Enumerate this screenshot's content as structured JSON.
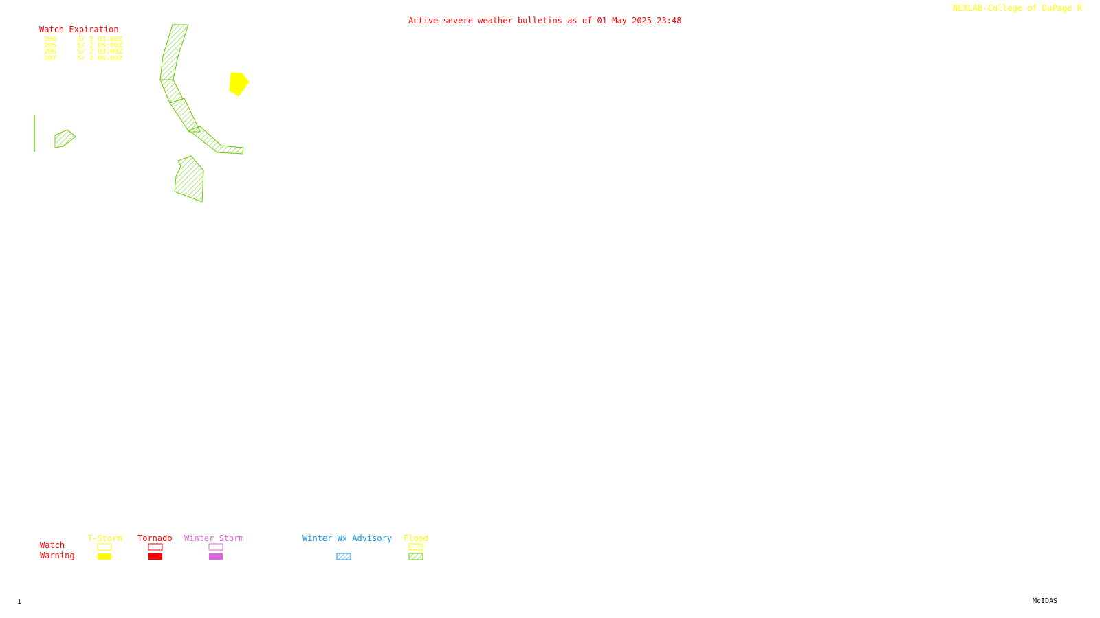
{
  "header": {
    "title": "Active severe weather bulletins as of 01 May 2025 23:48",
    "brand": "NEXLAB-College of DuPage R"
  },
  "watch_expiration": {
    "title": "Watch Expiration",
    "rows": [
      {
        "id": "204",
        "expires": "5/ 2 03:00Z"
      },
      {
        "id": "205",
        "expires": "5/ 2 05:00Z"
      },
      {
        "id": "206",
        "expires": "5/ 2 03:00Z"
      },
      {
        "id": "207",
        "expires": "5/ 2 06:00Z"
      }
    ]
  },
  "legend": {
    "row_labels": {
      "watch": "Watch",
      "warning": "Warning"
    },
    "columns": [
      {
        "label": "T-Storm",
        "color": "#ffff00",
        "watch_style": "outline",
        "warning_style": "solid"
      },
      {
        "label": "Tornado",
        "color": "#ff0000",
        "watch_style": "outline",
        "warning_style": "solid"
      },
      {
        "label": "Winter Storm",
        "color": "#dd66dd",
        "watch_style": "outline",
        "warning_style": "solid"
      },
      {
        "label": "Winter Wx Advisory",
        "color": "#1199ee",
        "watch_style": "none",
        "warning_style": "hatched"
      },
      {
        "label": "Flood",
        "color": "#ffff00",
        "watch_style": "hatched",
        "warning_style": "hatched",
        "warning_color": "#66cc00"
      }
    ]
  },
  "map": {
    "flood_color": "#66cc00",
    "tstorm_warning_color": "#ffff00",
    "polygons": [
      {
        "type": "flood-warning",
        "name": "flood-area-north-strip"
      },
      {
        "type": "flood-warning",
        "name": "flood-area-middle-strip"
      },
      {
        "type": "flood-warning",
        "name": "flood-area-curve"
      },
      {
        "type": "flood-warning",
        "name": "flood-area-east-tail"
      },
      {
        "type": "flood-warning",
        "name": "flood-area-south"
      },
      {
        "type": "flood-warning",
        "name": "flood-area-west"
      },
      {
        "type": "tstorm-warning",
        "name": "tstorm-warning-area"
      }
    ]
  },
  "footer": {
    "frame_number": "1",
    "software": "McIDAS"
  }
}
